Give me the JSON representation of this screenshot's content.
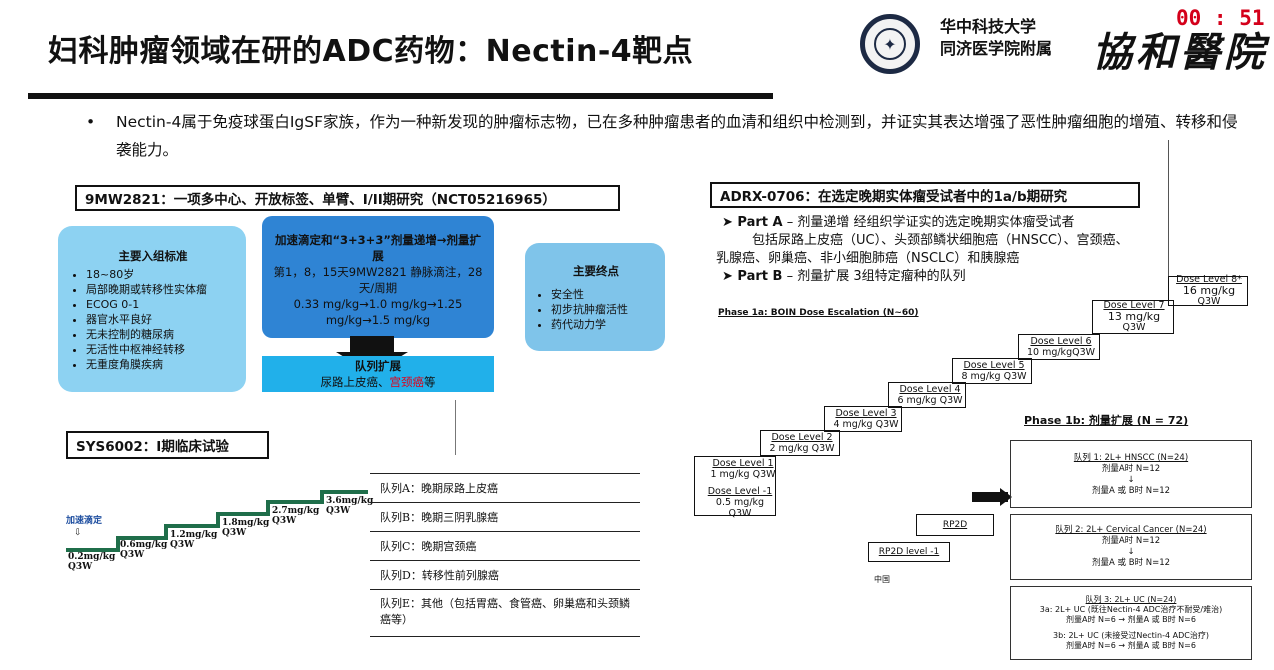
{
  "header": {
    "title": "妇科肿瘤领域在研的ADC药物：Nectin-4靶点",
    "university_line1": "华中科技大学",
    "university_line2": "同济医学院附属",
    "hospital_name": "協和醫院",
    "timer": "00 : 51"
  },
  "intro_bullet": "Nectin-4属于免疫球蛋白IgSF家族，作为一种新发现的肿瘤标志物，已在多种肿瘤患者的血清和组织中检测到，并证实其表达增强了恶性肿瘤细胞的增殖、转移和侵袭能力。",
  "study_9mw": {
    "heading": "9MW2821：一项多中心、开放标签、单臂、I/II期研究（NCT05216965）",
    "inclusion_title": "主要入组标准",
    "inclusion_items": [
      "18~80岁",
      "局部晚期或转移性实体瘤",
      "ECOG 0-1",
      "器官水平良好",
      "无未控制的糖尿病",
      "无活性中枢神经转移",
      "无重度角膜疾病"
    ],
    "dose_title": "加速滴定和“3+3+3”剂量递增→剂量扩展",
    "dose_line1": "第1，8，15天9MW2821 静脉滴注，28天/周期",
    "dose_line2": "0.33 mg/kg→1.0 mg/kg→1.25 mg/kg→1.5 mg/kg",
    "cohort_title": "队列扩展",
    "cohort_text_a": "尿路上皮癌、",
    "cohort_text_b": "宫颈癌",
    "cohort_text_c": "等",
    "endpoints_title": "主要终点",
    "endpoints_items": [
      "安全性",
      "初步抗肿瘤活性",
      "药代动力学"
    ]
  },
  "study_sys": {
    "heading": "SYS6002：Ⅰ期临床试验",
    "start_label": "加速滴定",
    "steps": [
      {
        "dose": "0.2mg/kg",
        "freq": "Q3W"
      },
      {
        "dose": "0.6mg/kg",
        "freq": "Q3W"
      },
      {
        "dose": "1.2mg/kg",
        "freq": "Q3W"
      },
      {
        "dose": "1.8mg/kg",
        "freq": "Q3W"
      },
      {
        "dose": "2.7mg/kg",
        "freq": "Q3W"
      },
      {
        "dose": "3.6mg/kg",
        "freq": "Q3W"
      }
    ],
    "cohorts": [
      "队列A：晚期尿路上皮癌",
      "队列B：晚期三阴乳腺癌",
      "队列C：晚期宫颈癌",
      "队列D：转移性前列腺癌",
      "队列E：其他（包括胃癌、食管癌、卵巢癌和头颈鳞癌等）"
    ]
  },
  "study_adrx": {
    "heading": "ADRX-0706：在选定晚期实体瘤受试者中的1a/b期研究",
    "part_a_label": "➤ Part A",
    "part_a_text": " – 剂量递增 经组织学证实的选定晚期实体瘤受试者",
    "part_a_line2": "包括尿路上皮癌（UC）、头颈部鳞状细胞癌（HNSCC）、宫颈癌、",
    "part_a_line3": "乳腺癌、卵巢癌、非小细胞肺癌（NSCLC）和胰腺癌",
    "part_b_label": "➤ Part B",
    "part_b_text": " – 剂量扩展 3组特定瘤种的队列",
    "phase1a_title": "Phase 1a: BOIN Dose Escalation (N~60)",
    "dose_levels": [
      {
        "name": "Dose Level -1",
        "value": "0.5 mg/kg",
        "freq": "Q3W"
      },
      {
        "name": "Dose Level 1",
        "value": "1 mg/kg Q3W",
        "freq": ""
      },
      {
        "name": "Dose Level 2",
        "value": "2 mg/kg Q3W",
        "freq": ""
      },
      {
        "name": "Dose Level 3",
        "value": "4 mg/kg Q3W",
        "freq": ""
      },
      {
        "name": "Dose Level 4",
        "value": "6 mg/kg Q3W",
        "freq": ""
      },
      {
        "name": "Dose Level 5",
        "value": "8 mg/kg Q3W",
        "freq": ""
      },
      {
        "name": "Dose Level 6",
        "value": "10 mg/kgQ3W",
        "freq": ""
      },
      {
        "name": "Dose Level 7",
        "value": "13 mg/kg",
        "freq": "Q3W"
      },
      {
        "name": "Dose Level 8*",
        "value": "16 mg/kg",
        "freq": "Q3W"
      }
    ],
    "phase1b_title": "Phase 1b: 剂量扩展 (N = 72)",
    "rp2d_label": "RP2D",
    "rp2d_minus1": "RP2D level -1",
    "china_label": "中国",
    "cohort1": {
      "title": "队列 1: 2L+ HNSCC (N=24)",
      "line1": "剂量A时 N=12",
      "line2": "剂量A 或 B时 N=12"
    },
    "cohort2": {
      "title": "队列 2: 2L+ Cervical Cancer (N=24)",
      "line1": "剂量A时 N=12",
      "line2": "剂量A 或 B时 N=12"
    },
    "cohort3": {
      "title": "队列 3: 2L+ UC (N=24)",
      "line1": "3a: 2L+ UC (既往Nectin-4 ADC治疗不耐受/难治)",
      "line2": "剂量A时 N=6 → 剂量A 或 B时 N=6",
      "line3": "3b: 2L+ UC (未接受过Nectin-4 ADC治疗)",
      "line4": "剂量A时 N=6 → 剂量A 或 B时 N=6"
    }
  }
}
